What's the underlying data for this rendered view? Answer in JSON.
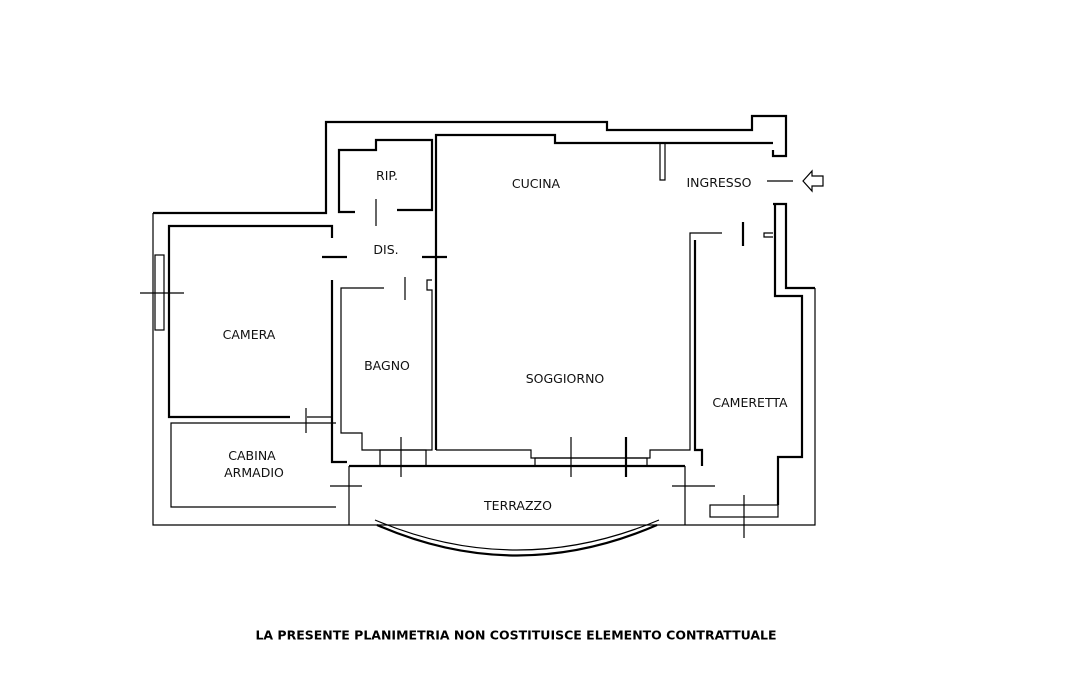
{
  "rooms": {
    "rip": "RIP.",
    "cucina": "CUCINA",
    "ingresso": "INGRESSO",
    "dis": "DIS.",
    "camera": "CAMERA",
    "bagno": "BAGNO",
    "soggiorno": "SOGGIORNO",
    "cameretta": "CAMERETTA",
    "cabina_line1": "CABINA",
    "cabina_line2": "ARMADIO",
    "terrazzo": "TERRAZZO"
  },
  "footer": "LA PRESENTE PLANIMETRIA NON COSTITUISCE ELEMENTO CONTRATTUALE",
  "entrance_icon": "arrow-left-icon"
}
